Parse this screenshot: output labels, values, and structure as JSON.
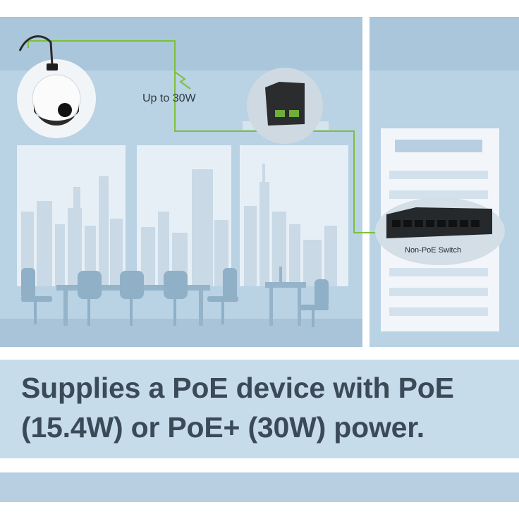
{
  "diagram": {
    "power_label": "Up to 30W",
    "switch_label": "Non-PoE Switch"
  },
  "caption": {
    "line1": "Supplies a PoE device with PoE",
    "line2": "(15.4W) or PoE+ (30W) power."
  },
  "colors": {
    "background": "#b7d0e2",
    "cable": "#7cc13a",
    "caption_text": "#3b4a57"
  }
}
